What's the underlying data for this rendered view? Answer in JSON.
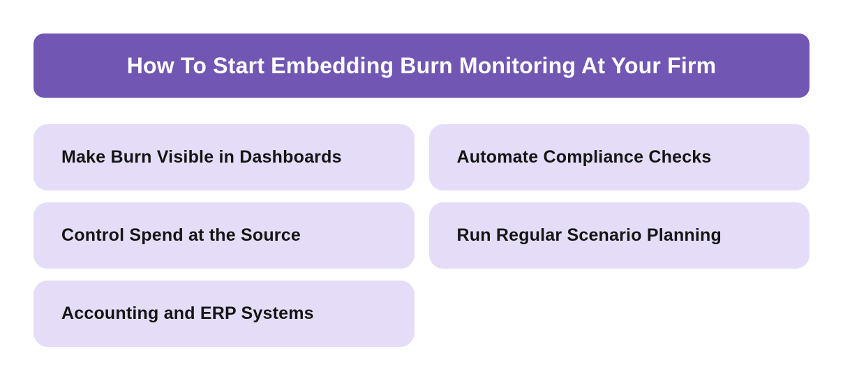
{
  "header": {
    "title": "How To Start Embedding Burn Monitoring At Your Firm"
  },
  "cards": [
    {
      "label": "Make Burn Visible in Dashboards"
    },
    {
      "label": "Automate Compliance Checks"
    },
    {
      "label": "Control Spend at the Source"
    },
    {
      "label": "Run Regular Scenario Planning"
    },
    {
      "label": "Accounting and ERP Systems"
    }
  ],
  "colors": {
    "page_background": "#ffffff",
    "header_background": "#7156b3",
    "header_text": "#ffffff",
    "card_background": "#e5ddf8",
    "card_text": "#151515"
  }
}
